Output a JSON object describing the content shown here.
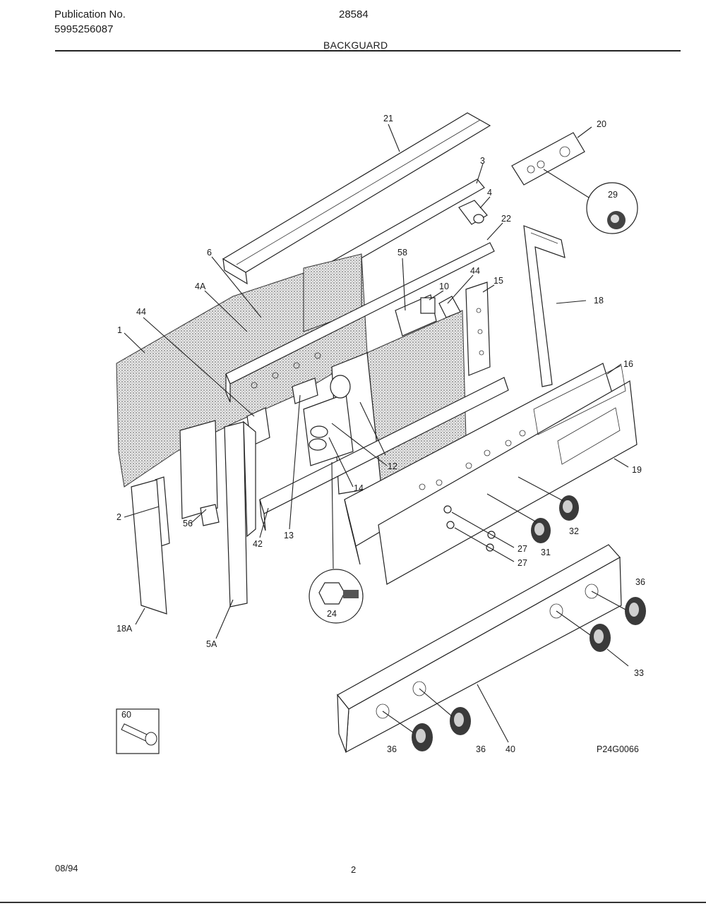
{
  "header": {
    "publication_label": "Publication No.",
    "publication_number": "5995256087",
    "model": "28584",
    "section": "BACKGUARD"
  },
  "footer": {
    "date": "08/94",
    "page": "2"
  },
  "diagram_code": "P24G0066",
  "callouts": {
    "c21": "21",
    "c20": "20",
    "c3": "3",
    "c4": "4",
    "c22": "22",
    "c29": "29",
    "c6": "6",
    "c4a": "4A",
    "c58": "58",
    "c44a": "44",
    "c10": "10",
    "c15": "15",
    "c18": "18",
    "c44b": "44",
    "c1": "1",
    "c16": "16",
    "c19": "19",
    "c12": "12",
    "c14": "14",
    "c2": "2",
    "c56": "56",
    "c13": "13",
    "c42": "42",
    "c31": "31",
    "c32": "32",
    "c27a": "27",
    "c27b": "27",
    "c24": "24",
    "c36a": "36",
    "c18a": "18A",
    "c5a": "5A",
    "c33": "33",
    "c60": "60",
    "c36b": "36",
    "c36c": "36",
    "c40": "40"
  }
}
